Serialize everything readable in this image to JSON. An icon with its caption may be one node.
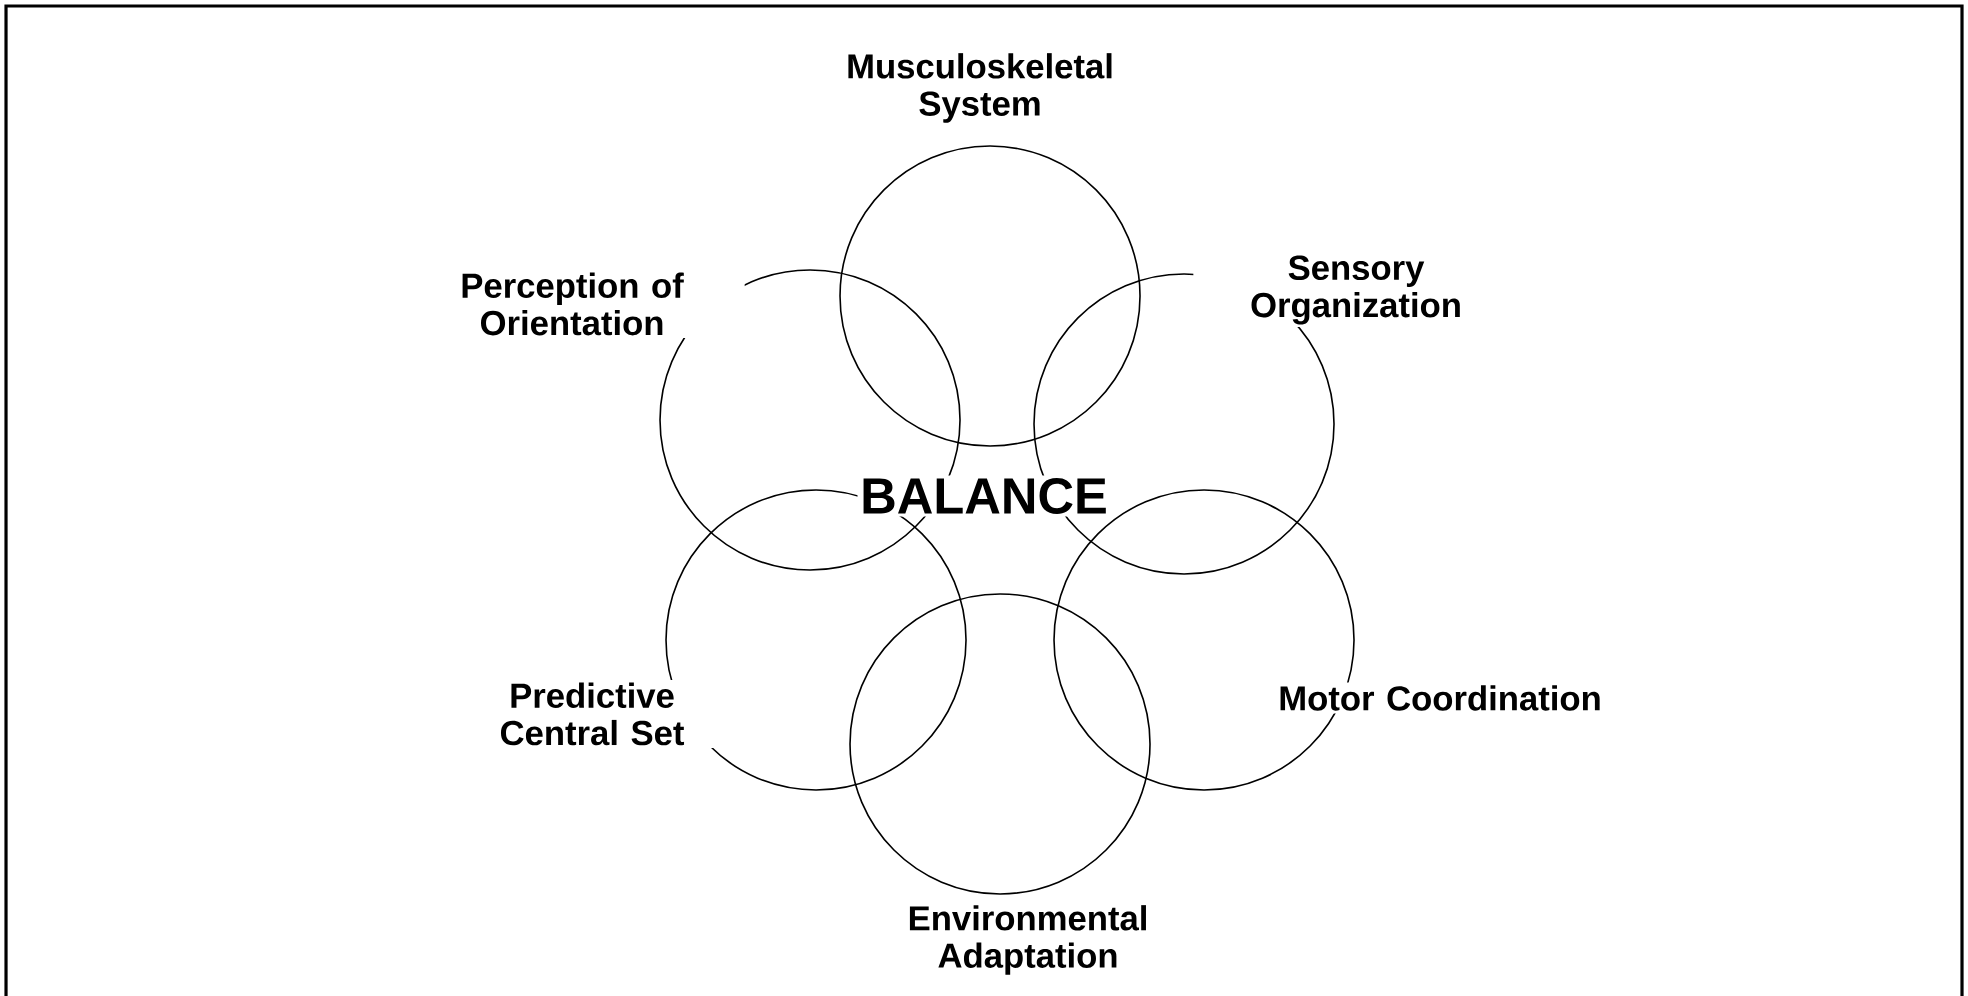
{
  "diagram": {
    "nodes": [
      {
        "text": [],
        "shape": "circle",
        "beside": [
          "Musculoskeletal System"
        ]
      },
      {
        "text": [],
        "shape": "circle",
        "beside": [
          "Perception of Orientation"
        ]
      },
      {
        "text": [],
        "shape": "circle",
        "beside": [
          "Sensory Organization"
        ]
      },
      {
        "text": [],
        "shape": "circle",
        "beside": [
          "Predictive Central Set"
        ]
      },
      {
        "text": [],
        "shape": "circle",
        "beside": [
          "Motor Coordination"
        ]
      },
      {
        "text": [],
        "shape": "circle",
        "beside": [
          "Environmental Adaptation"
        ]
      }
    ],
    "labels": [
      "BALANCE"
    ]
  }
}
